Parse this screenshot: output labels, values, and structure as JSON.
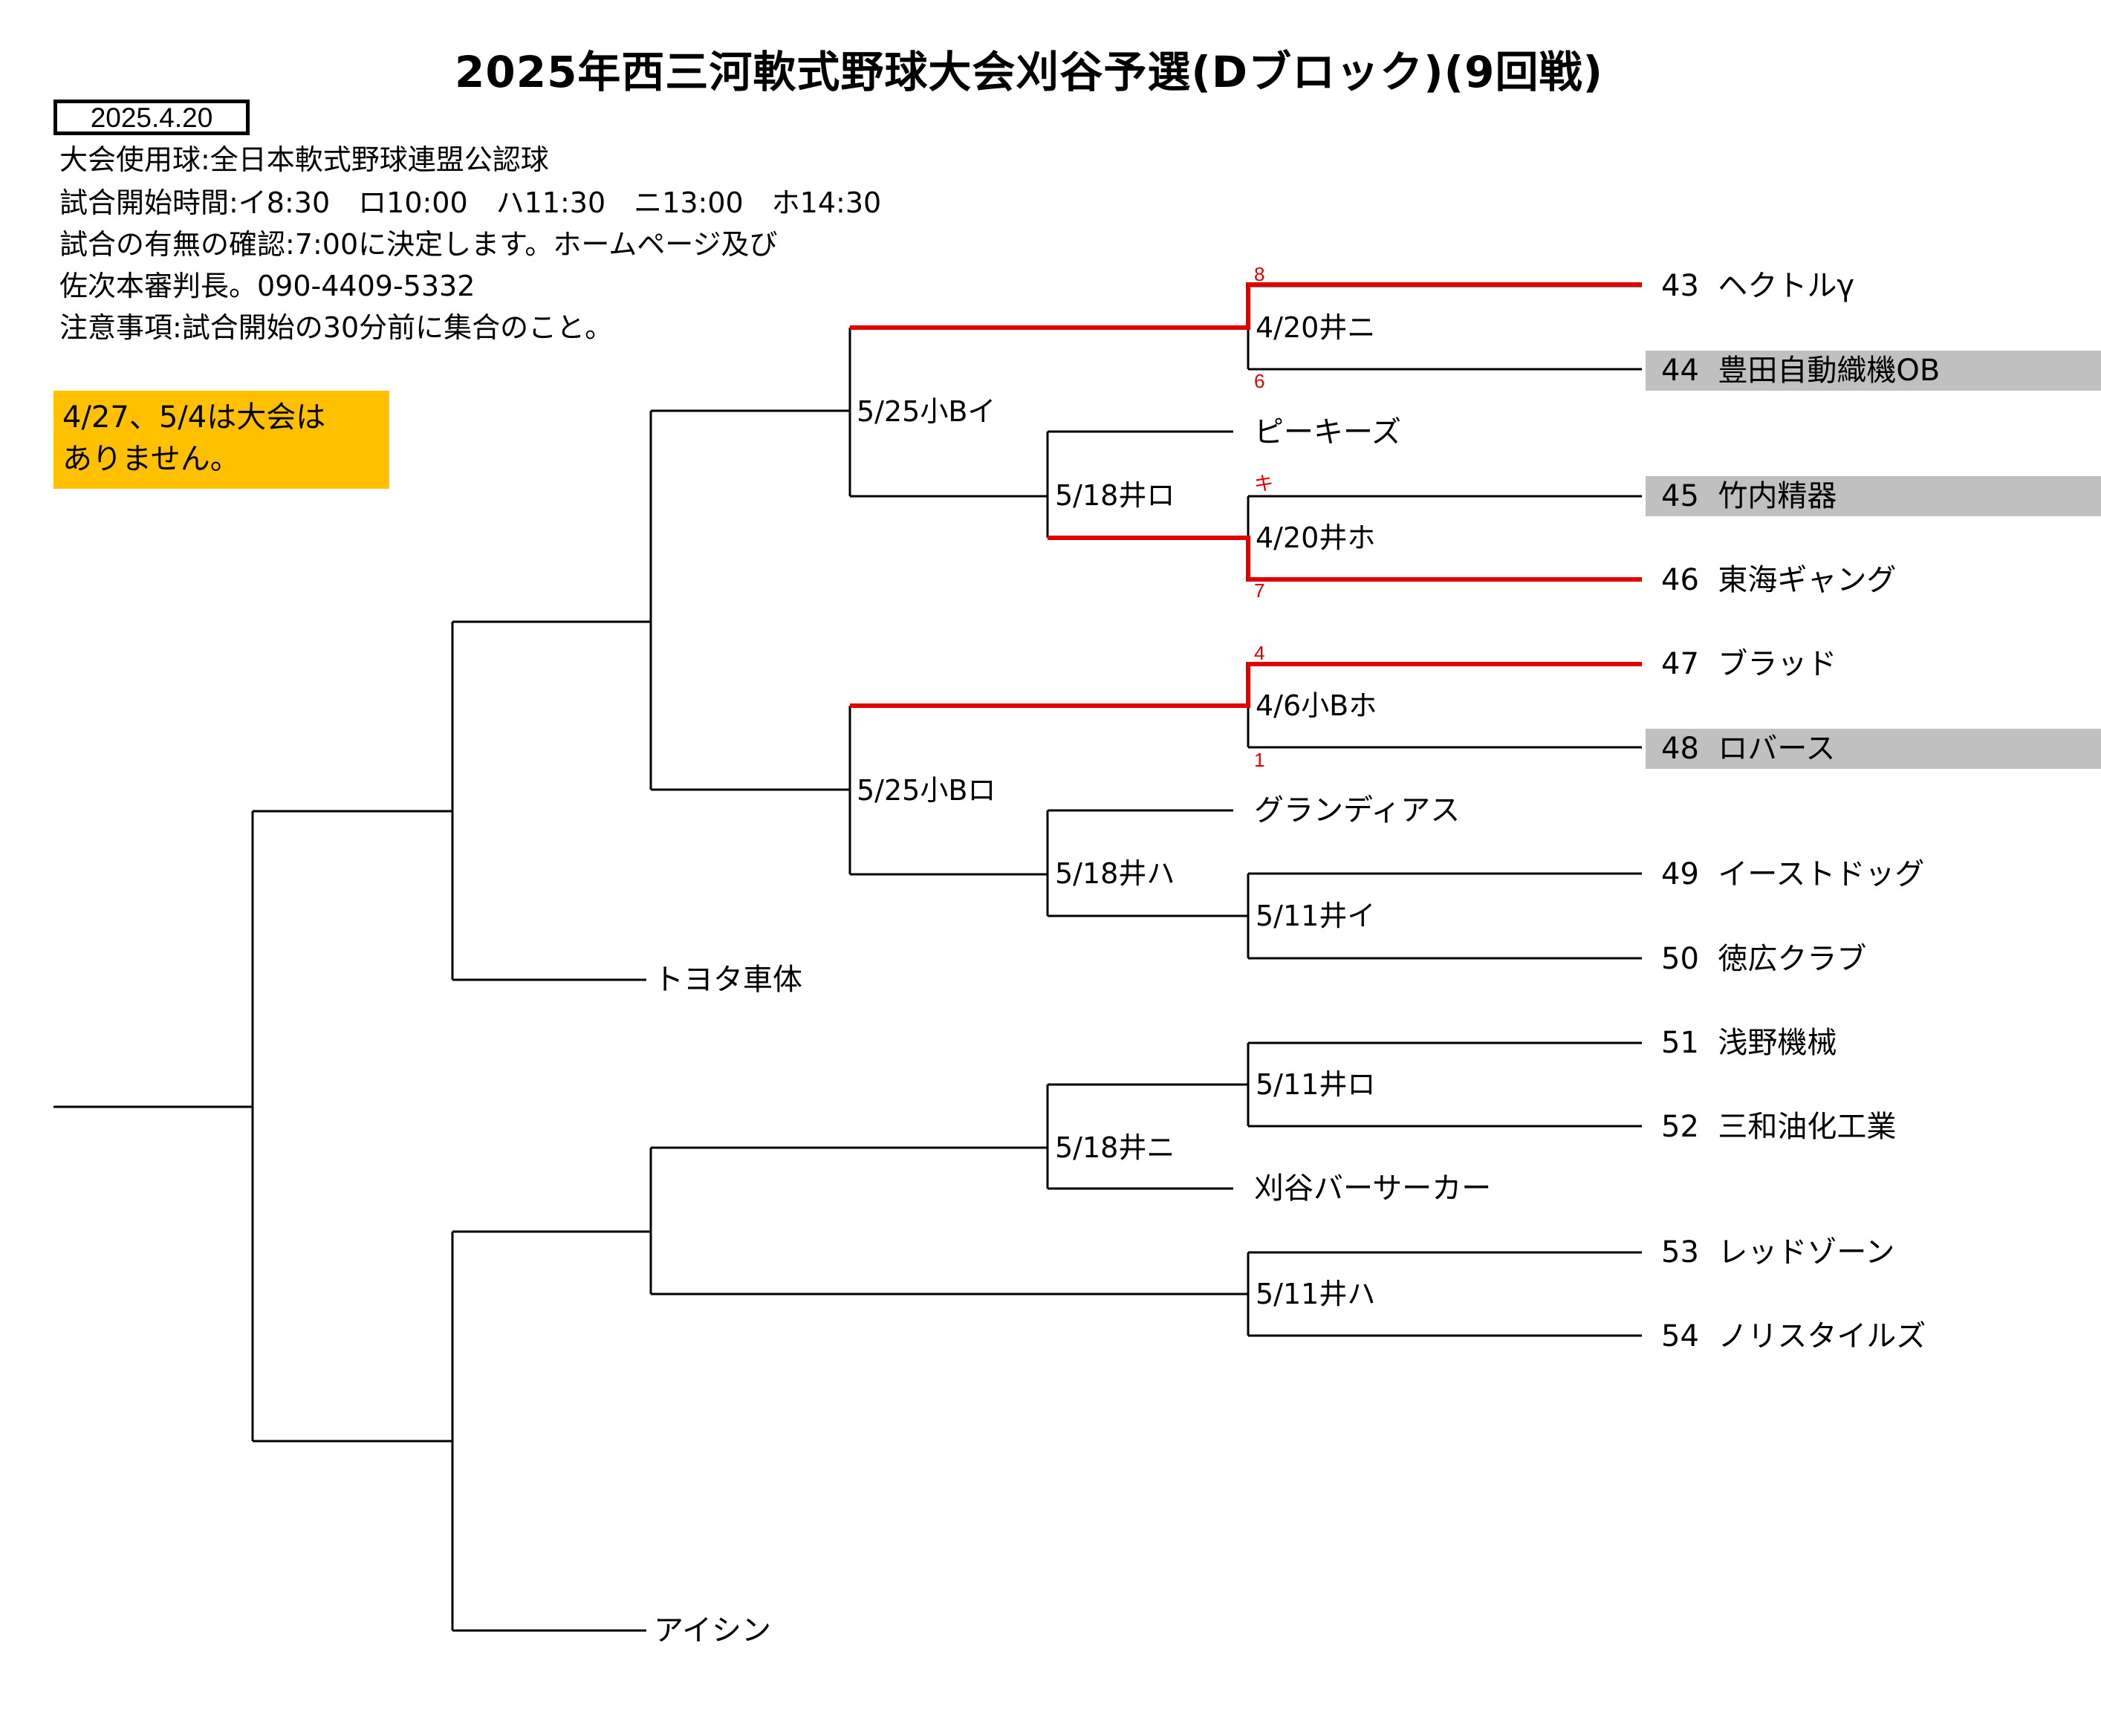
{
  "title": "2025年西三河軟式野球大会刈谷予選(Dブロック)(9回戦)",
  "date": "2025.4.20",
  "info_lines": [
    "大会使用球:全日本軟式野球連盟公認球",
    "試合開始時間:イ8:30　ロ10:00　ハ11:30　ニ13:00　ホ14:30",
    "試合の有無の確認:7:00に決定します。ホームページ及び",
    "佐次本審判長。090-4409-5332",
    "注意事項:試合開始の30分前に集合のこと。"
  ],
  "notice": "4/27、5/4は大会は\nありません。",
  "teams": [
    {
      "no": "43",
      "name": "ヘクトルγ",
      "highlight": false
    },
    {
      "no": "44",
      "name": "豊田自動織機OB",
      "highlight": true
    },
    {
      "no": "",
      "name": "ピーキーズ",
      "highlight": false
    },
    {
      "no": "45",
      "name": "竹内精器",
      "highlight": true
    },
    {
      "no": "46",
      "name": "東海ギャング",
      "highlight": false
    },
    {
      "no": "47",
      "name": "ブラッド",
      "highlight": false
    },
    {
      "no": "48",
      "name": "ロバース",
      "highlight": true
    },
    {
      "no": "",
      "name": "グランディアス",
      "highlight": false
    },
    {
      "no": "49",
      "name": "イーストドッグ",
      "highlight": false
    },
    {
      "no": "50",
      "name": "徳広クラブ",
      "highlight": false
    },
    {
      "no": "51",
      "name": "浅野機械",
      "highlight": false
    },
    {
      "no": "52",
      "name": "三和油化工業",
      "highlight": false
    },
    {
      "no": "",
      "name": "刈谷バーサーカー",
      "highlight": false
    },
    {
      "no": "53",
      "name": "レッドゾーン",
      "highlight": false
    },
    {
      "no": "54",
      "name": "ノリスタイルズ",
      "highlight": false
    },
    {
      "no": "",
      "name": "トヨタ車体",
      "highlight": false
    },
    {
      "no": "",
      "name": "アイシン",
      "highlight": false
    }
  ],
  "matches": [
    "4/20井ニ",
    "4/20井ホ",
    "4/6小Bホ",
    "5/11井イ",
    "5/11井ロ",
    "5/11井ハ",
    "5/18井ロ",
    "5/18井ハ",
    "5/18井ニ",
    "5/25小Bイ",
    "5/25小Bロ"
  ],
  "scores": [
    "8",
    "6",
    "キ",
    "7",
    "4",
    "1"
  ],
  "colors": {
    "winner_line": "#e00000",
    "highlight": "#c0c0c0",
    "notice_bg": "#ffc000"
  }
}
